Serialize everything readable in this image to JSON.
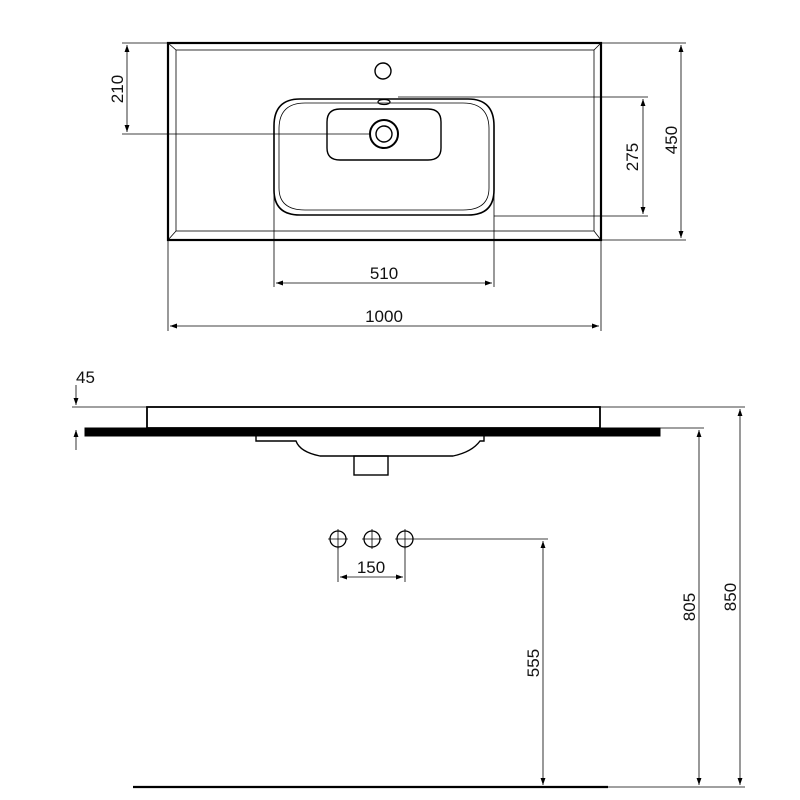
{
  "top_view": {
    "dims": {
      "tap_offset": "210",
      "bowl_depth": "275",
      "total_depth": "450",
      "bowl_width": "510",
      "total_width": "1000"
    }
  },
  "side_view": {
    "dims": {
      "thickness": "45",
      "tap_spacing": "150",
      "tap_height": "555",
      "counter_height": "805",
      "total_height": "850"
    }
  }
}
